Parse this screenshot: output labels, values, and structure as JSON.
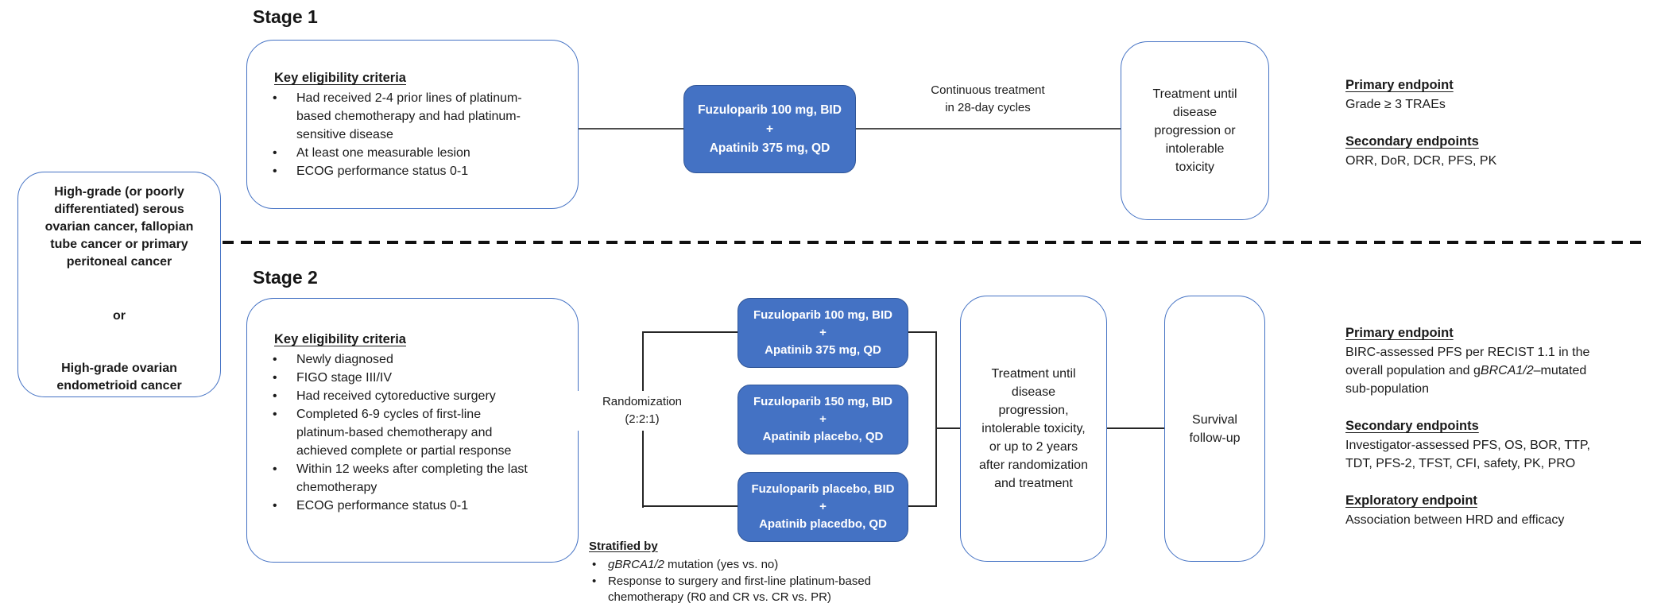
{
  "colors": {
    "arm_fill": "#4472C4",
    "box_border": "#4472C4",
    "connector": "#4d4d4d",
    "dash_line": "#111111"
  },
  "population_box": {
    "para1": "High-grade (or poorly differentiated) serous ovarian cancer, fallopian tube cancer or primary peritoneal cancer",
    "or_text": "or",
    "para2": "High-grade ovarian endometrioid cancer"
  },
  "stage1": {
    "title": "Stage 1",
    "eligibility": {
      "heading": "Key eligibility criteria",
      "bullets": [
        "Had received 2-4 prior lines of platinum-based chemotherapy and had platinum-sensitive disease",
        "At least one measurable lesion",
        "ECOG performance status 0-1"
      ]
    },
    "arm": {
      "line1": "Fuzuloparib 100 mg, BID",
      "plus": "+",
      "line2": "Apatinib 375 mg, QD"
    },
    "cycle_label": {
      "line1": "Continuous treatment",
      "line2": "in 28-day cycles"
    },
    "until_text": "Treatment until disease progression or intolerable toxicity",
    "endpoints": {
      "primary_heading": "Primary endpoint",
      "primary_body": "Grade ≥ 3 TRAEs",
      "secondary_heading": "Secondary endpoints",
      "secondary_body": "ORR, DoR, DCR, PFS, PK"
    }
  },
  "stage2": {
    "title": "Stage 2",
    "eligibility": {
      "heading": "Key eligibility criteria",
      "bullets": [
        "Newly diagnosed",
        "FIGO stage III/IV",
        "Had received cytoreductive surgery",
        "Completed 6-9 cycles of first-line platinum-based chemotherapy and achieved complete or partial response",
        "Within 12 weeks after completing the last chemotherapy",
        "ECOG performance status 0-1"
      ]
    },
    "randomization": {
      "line1": "Randomization",
      "line2": "(2:2:1)"
    },
    "arms": [
      {
        "line1": "Fuzuloparib 100 mg, BID",
        "plus": "+",
        "line2": "Apatinib 375 mg, QD"
      },
      {
        "line1": "Fuzuloparib 150 mg, BID",
        "plus": "+",
        "line2": "Apatinib placebo, QD"
      },
      {
        "line1": "Fuzuloparib placebo, BID",
        "plus": "+",
        "line2": "Apatinib placedbo, QD"
      }
    ],
    "until_text": "Treatment until disease progression, intolerable toxicity, or up to 2 years after randomization and treatment",
    "survival_text": "Survival follow-up",
    "stratified": {
      "heading": "Stratified by",
      "bullet1_gene": "gBRCA1/2",
      "bullet1_post": " mutation (yes vs. no)",
      "bullet2": "Response to surgery and first-line platinum-based chemotherapy (R0 and CR vs. CR vs. PR)"
    },
    "endpoints": {
      "primary_heading": "Primary endpoint",
      "primary_pre": "BIRC-assessed PFS per RECIST 1.1 in the overall population and g",
      "primary_gene": "BRCA1/2",
      "primary_post": "–mutated sub-population",
      "secondary_heading": "Secondary endpoints",
      "secondary_body": "Investigator-assessed PFS, OS, BOR, TTP, TDT, PFS-2, TFST, CFI, safety, PK, PRO",
      "exploratory_heading": "Exploratory endpoint",
      "exploratory_body": "Association between HRD and efficacy"
    }
  }
}
